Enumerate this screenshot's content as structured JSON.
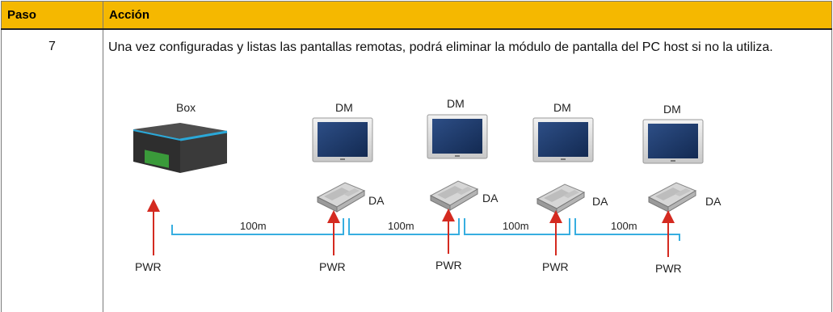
{
  "table": {
    "headers": {
      "step": "Paso",
      "action": "Acción"
    },
    "row": {
      "step": "7",
      "action": "Una vez configuradas y listas las pantallas remotas, podrá eliminar la módulo de pantalla del PC host si no la utiliza."
    }
  },
  "diagram": {
    "box_label": "Box",
    "dm_labels": [
      "DM",
      "DM",
      "DM",
      "DM"
    ],
    "da_labels": [
      "DA",
      "DA",
      "DA",
      "DA"
    ],
    "cable_labels": [
      "100m",
      "100m",
      "100m",
      "100m"
    ],
    "pwr_labels": [
      "PWR",
      "PWR",
      "PWR",
      "PWR",
      "PWR"
    ]
  },
  "colors": {
    "header_bg": "#f5b800",
    "cable": "#37aee0",
    "pwr_arrow": "#d42a20",
    "box_accent": "#2aa8d8",
    "box_green": "#3a9a3a"
  }
}
